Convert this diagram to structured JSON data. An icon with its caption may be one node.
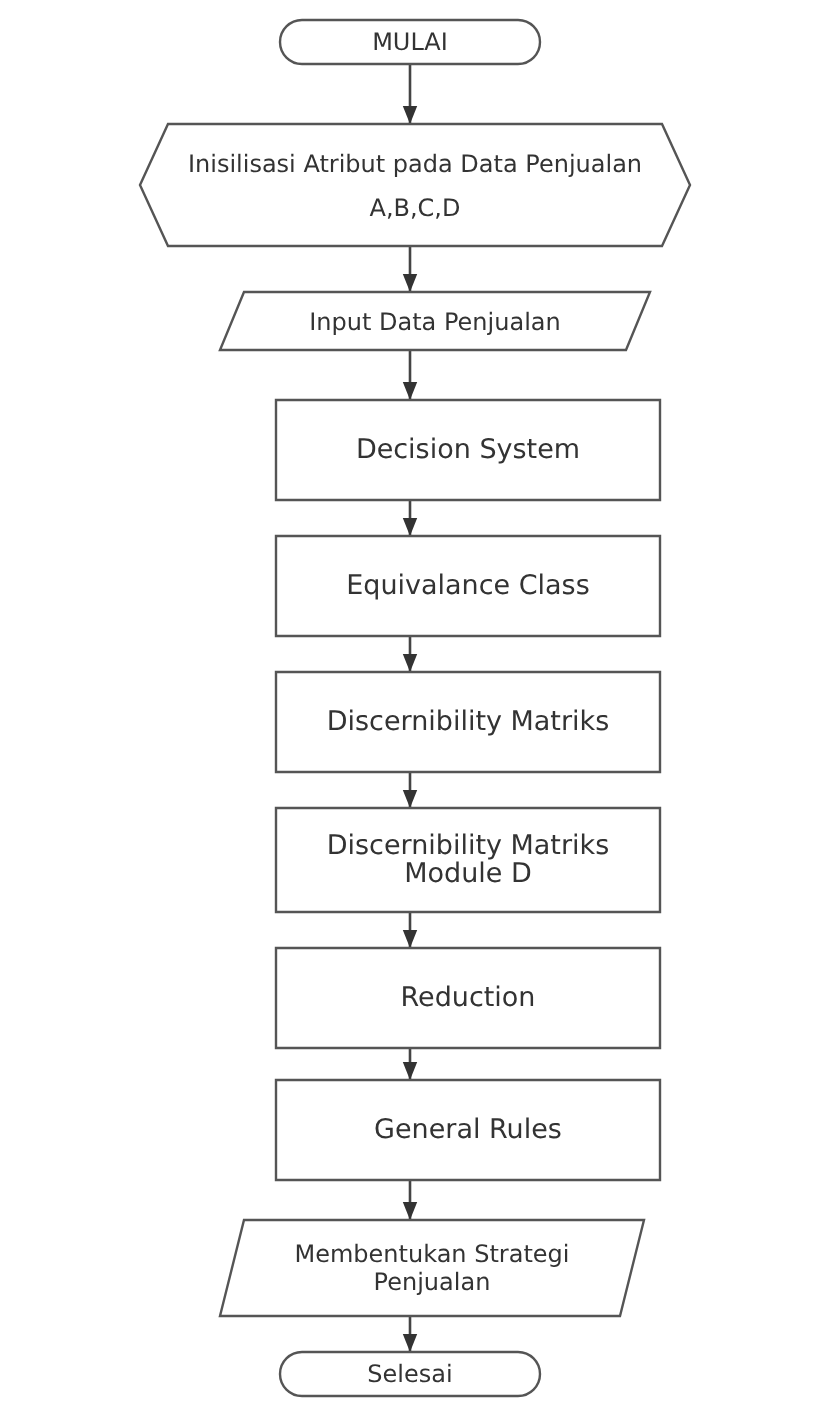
{
  "diagram": {
    "nodes": [
      {
        "text": [
          "MULAI"
        ]
      },
      {
        "text": [
          "Inisilisasi Atribut pada Data Penjualan",
          "A,B,C,D"
        ]
      },
      {
        "text": [
          "Input Data Penjualan"
        ]
      },
      {
        "text": [
          "Decision System"
        ]
      },
      {
        "text": [
          "Equivalance Class"
        ]
      },
      {
        "text": [
          "Discernibility Matriks"
        ]
      },
      {
        "text": [
          "Discernibility Matriks Module D"
        ]
      },
      {
        "text": [
          "Reduction"
        ]
      },
      {
        "text": [
          "General Rules"
        ]
      },
      {
        "text": [
          "Membentukan Strategi Penjualan"
        ]
      },
      {
        "text": [
          "Selesai"
        ]
      }
    ],
    "edges": [
      {
        "from": 0,
        "to": 1,
        "arrow": "to"
      },
      {
        "from": 1,
        "to": 2,
        "arrow": "to"
      },
      {
        "from": 2,
        "to": 3,
        "arrow": "to"
      },
      {
        "from": 3,
        "to": 4,
        "arrow": "to"
      },
      {
        "from": 4,
        "to": 5,
        "arrow": "to"
      },
      {
        "from": 5,
        "to": 6,
        "arrow": "to"
      },
      {
        "from": 6,
        "to": 7,
        "arrow": "to"
      },
      {
        "from": 7,
        "to": 8,
        "arrow": "to"
      },
      {
        "from": 8,
        "to": 9,
        "arrow": "to"
      },
      {
        "from": 9,
        "to": 10,
        "arrow": "to"
      }
    ]
  }
}
